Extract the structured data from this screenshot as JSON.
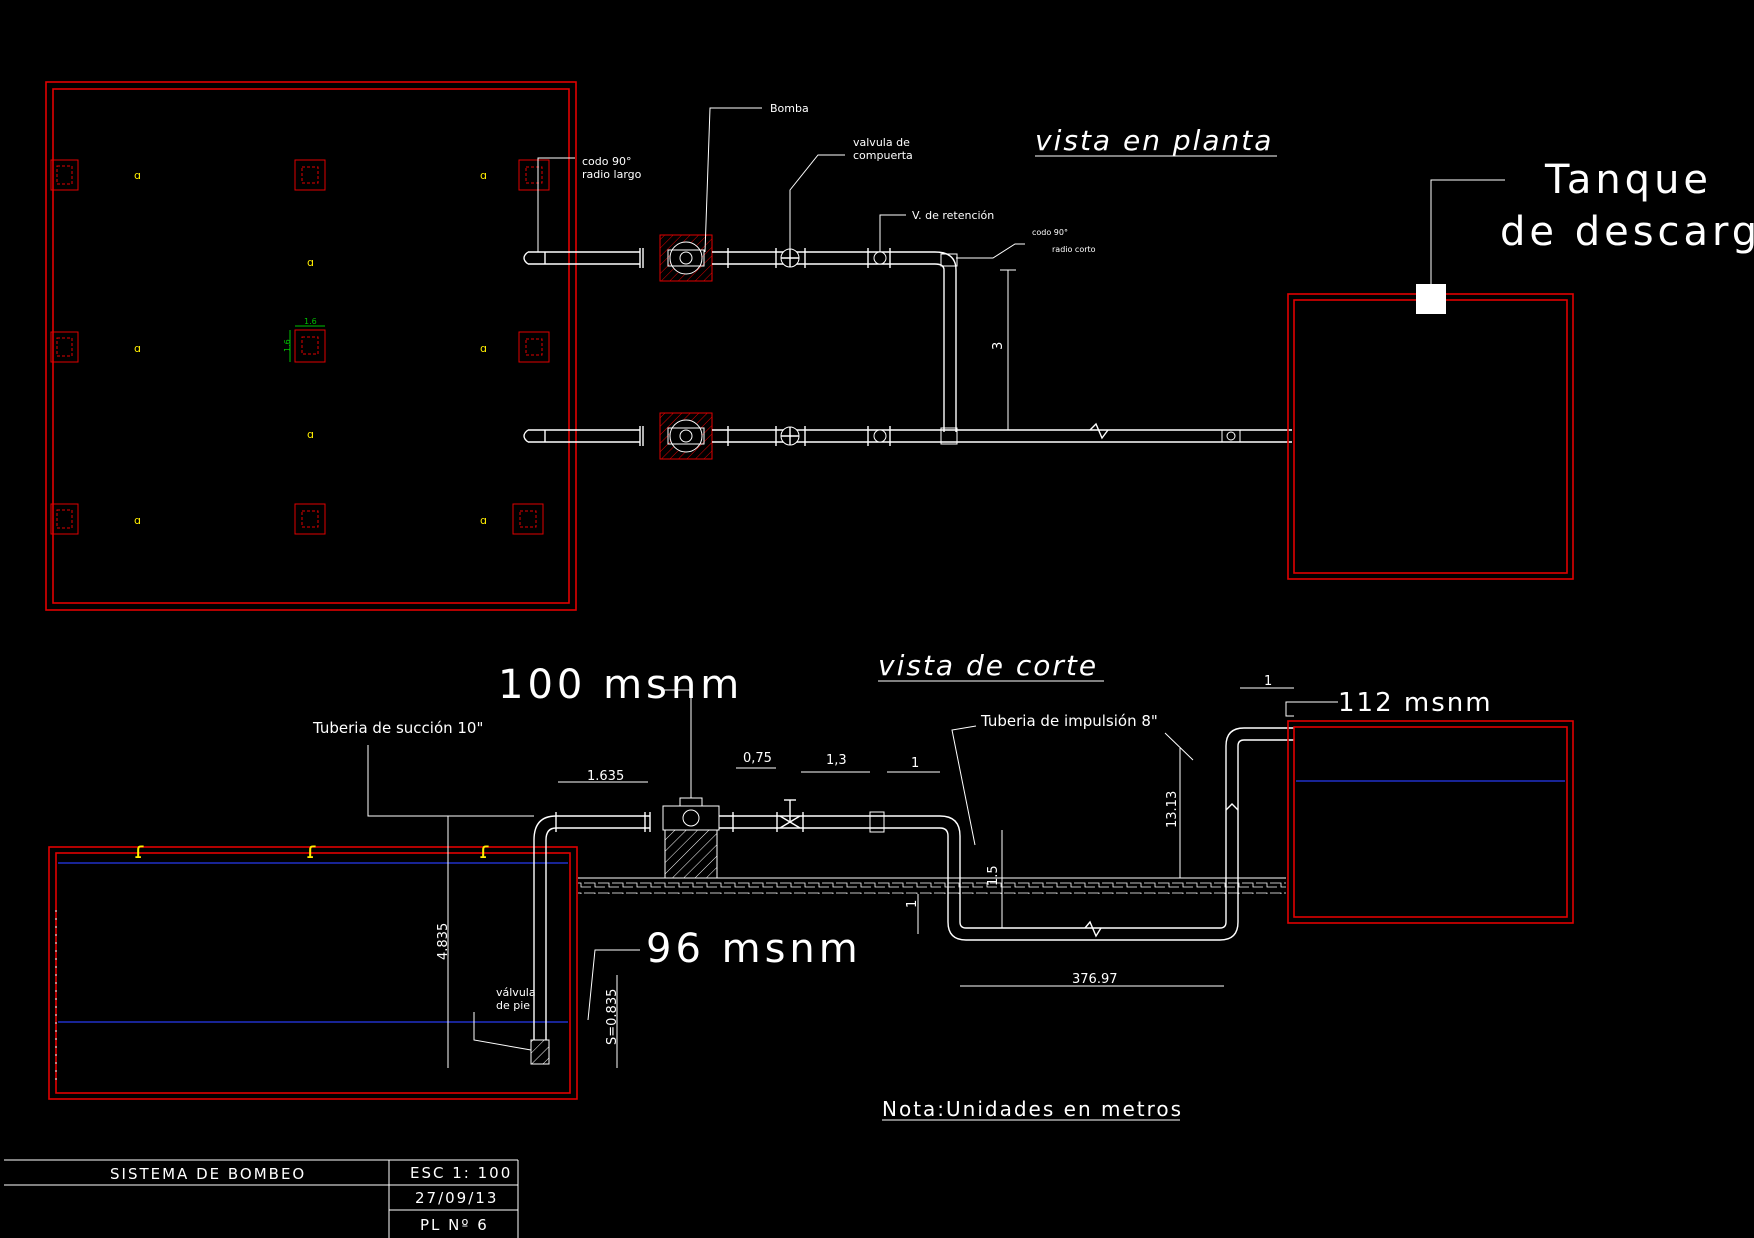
{
  "labels": {
    "vista_planta": "vista en planta",
    "vista_corte": "vista de corte",
    "tanque": "Tanque",
    "de_descarga": "de descarga",
    "bomba": "Bomba",
    "valvula_compuerta_1": "valvula de",
    "valvula_compuerta_2": "compuerta",
    "v_retencion": "V. de retención",
    "codo_largo_1": "codo 90°",
    "codo_largo_2": "radio largo",
    "codo_corto_1": "codo 90°",
    "codo_corto_2": "radio corto",
    "msnm_100": "100 msnm",
    "msnm_96": "96 msnm",
    "msnm_112": "112 msnm",
    "tuberia_succion": "Tuberia de succión 10\"",
    "tuberia_impulsion": "Tuberia de impulsión 8\"",
    "valvula_pie_1": "válvula",
    "valvula_pie_2": "de pie",
    "nota": "Nota:Unidades en metros"
  },
  "dimensions": {
    "d_3": "3",
    "d_1635": "1.635",
    "d_075": "0,75",
    "d_13": "1,3",
    "d_1a": "1",
    "d_1b": "1",
    "d_1c": "1",
    "d_4835": "4.835",
    "d_s0835": "S=0.835",
    "d_1313": "13.13",
    "d_15": "1.5",
    "d_37697": "376.97",
    "d_16a": "1.6",
    "d_16b": "1.6"
  },
  "title_block": {
    "title": "SISTEMA DE BOMBEO",
    "scale": "ESC 1: 100",
    "date": "27/09/13",
    "sheet": "PL Nº 6"
  },
  "colors": {
    "background": "#000000",
    "structure": "#e00000",
    "lines": "#ffffff",
    "water": "#2030c8",
    "markers": "#ffee00"
  },
  "icons": {
    "pump": "pump-icon",
    "gate_valve": "gate-valve-icon",
    "check_valve": "check-valve-icon",
    "foot_valve": "foot-valve-icon",
    "column": "column-icon",
    "elbow": "elbow-icon"
  }
}
